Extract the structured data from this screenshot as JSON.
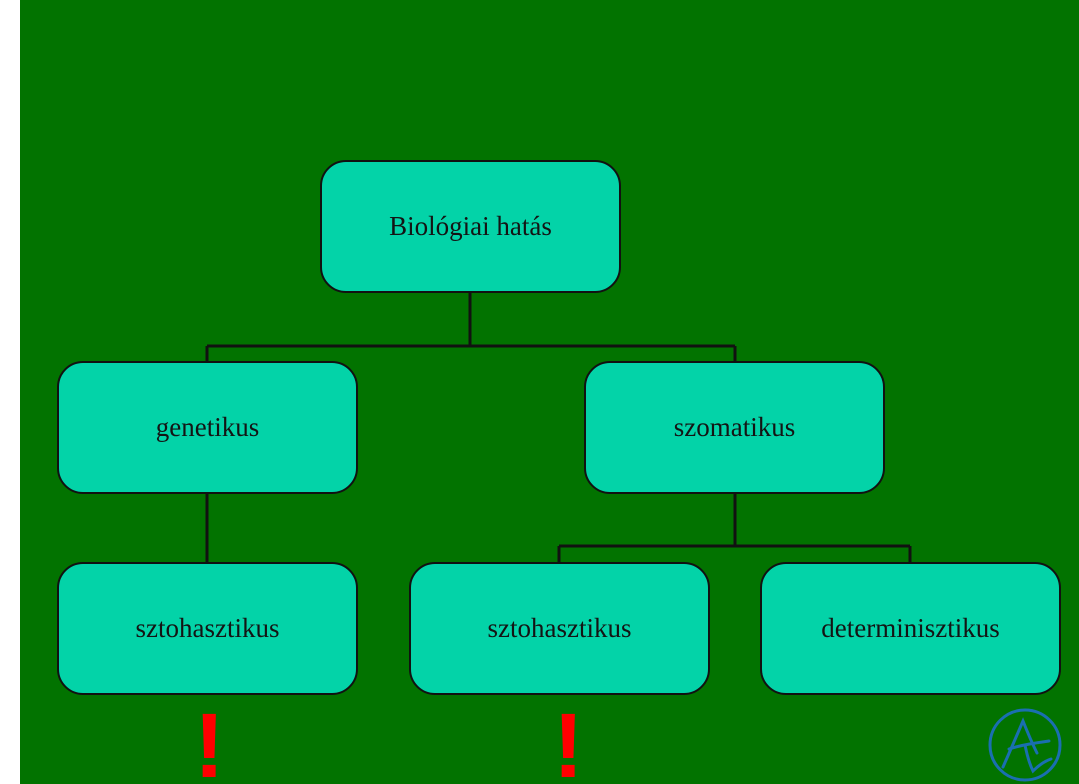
{
  "diagram": {
    "root": {
      "label": "Biológiai hatás"
    },
    "level1": [
      {
        "label": "genetikus"
      },
      {
        "label": "szomatikus"
      }
    ],
    "level2": [
      {
        "label": "sztohasztikus"
      },
      {
        "label": "sztohasztikus"
      },
      {
        "label": "determinisztikus"
      }
    ],
    "warning_marks": [
      "!",
      "!"
    ]
  },
  "colors": {
    "background": "#027300",
    "node_fill": "#03d3a8",
    "node_border": "#111111",
    "connector": "#111111",
    "warning": "#ff0000",
    "logo": "#1a6fb0"
  },
  "icons": {
    "logo": "handwritten-monogram-logo"
  }
}
